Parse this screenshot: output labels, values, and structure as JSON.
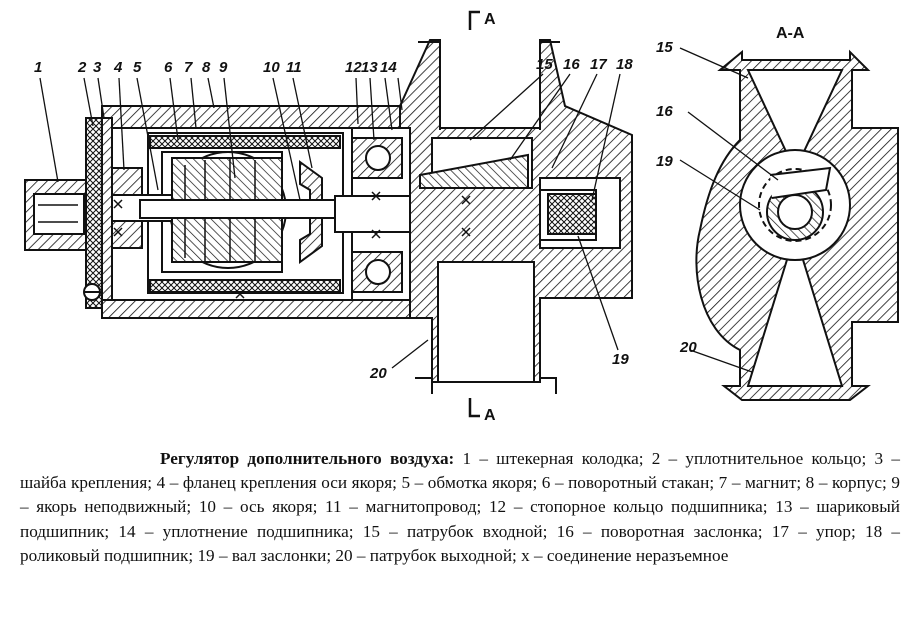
{
  "section_label": "А-А",
  "section_marks": {
    "top": "А",
    "bottom": "А"
  },
  "callouts": [
    "1",
    "2",
    "3",
    "4",
    "5",
    "6",
    "7",
    "8",
    "9",
    "10",
    "11",
    "12",
    "13",
    "14",
    "15",
    "16",
    "17",
    "18",
    "19",
    "20"
  ],
  "section_callouts": [
    "15",
    "16",
    "19",
    "20"
  ],
  "caption": {
    "title": "Регулятор дополнительного воздуха:",
    "text": "1 – штекерная колодка; 2 – уплотнительное кольцо; 3 – шайба крепления; 4 – фланец крепления оси якоря; 5 – обмотка якоря; 6 – поворотный стакан; 7 – магнит; 8 – корпус; 9 – якорь неподвижный; 10 – ось якоря; 11 – магнитопровод; 12 – стопорное кольцо подшипника; 13 – шариковый подшипник; 14 – уплотнение подшипника; 15 – патрубок входной; 16 – поворотная заслонка; 17 – упор; 18 – роликовый подшипник; 19 – вал заслонки; 20 – патрубок выходной; x – соединение неразъемное"
  }
}
